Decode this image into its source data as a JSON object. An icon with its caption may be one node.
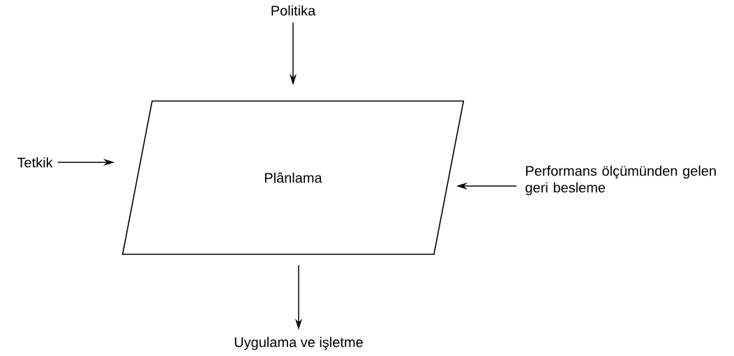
{
  "diagram": {
    "nodes": [
      {
        "text": [
          "Plânlama"
        ]
      },
      {
        "text": [
          "Politika"
        ]
      },
      {
        "text": [
          "Tetkik"
        ]
      },
      {
        "text": [
          "Performans ölçümünden gelen geri besleme"
        ]
      },
      {
        "text": [
          "Uygulama ve işletme"
        ]
      }
    ],
    "edges": [
      {
        "from": 1,
        "to": 0,
        "arrow": "to"
      },
      {
        "from": 2,
        "to": 0,
        "arrow": "to"
      },
      {
        "from": 3,
        "to": 0,
        "arrow": "to"
      },
      {
        "from": 0,
        "to": 4,
        "arrow": "to"
      }
    ]
  }
}
